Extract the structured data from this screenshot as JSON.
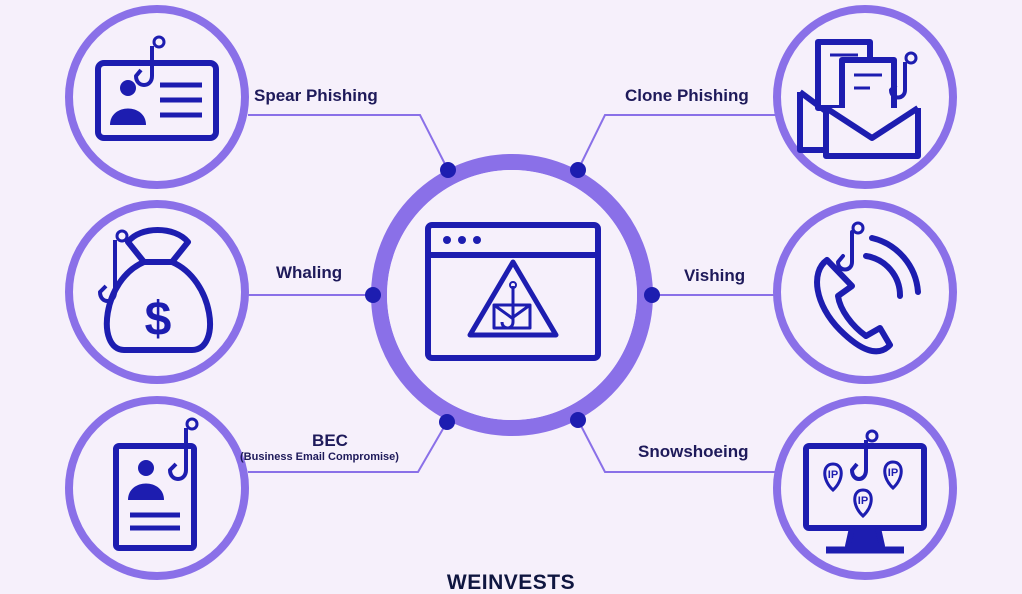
{
  "diagram": {
    "labels": {
      "spear": "Spear Phishing",
      "clone": "Clone Phishing",
      "whaling": "Whaling",
      "vishing": "Vishing",
      "bec": "BEC",
      "bec_sub": "(Business Email Compromise)",
      "snowshoeing": "Snowshoeing"
    },
    "ip_badges": [
      "IP",
      "IP",
      "IP"
    ],
    "icons": {
      "spear": "id-card-hook-icon",
      "clone": "duplicate-email-hook-icon",
      "whaling": "money-bag-hook-icon",
      "vishing": "phone-hook-icon",
      "bec": "profile-document-hook-icon",
      "snowshoeing": "monitor-ip-hook-icon",
      "center": "browser-warning-hook-icon"
    },
    "colors": {
      "primary": "#1d1db0",
      "accent": "#8a70e8",
      "text": "#1e1a5a",
      "background": "#f6f0fb"
    }
  },
  "footer": {
    "brand": "WEINVESTS"
  }
}
